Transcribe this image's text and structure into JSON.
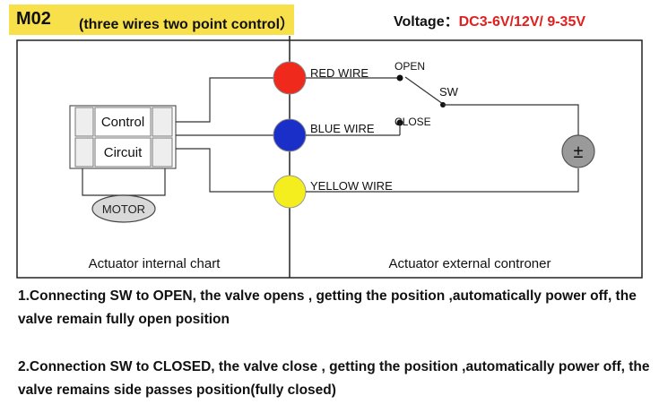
{
  "header": {
    "model": "M02",
    "description": "(three wires two point control）",
    "voltage_label": "Voltage：",
    "voltage_value": "DC3-6V/12V/ 9-35V"
  },
  "internal": {
    "control_label": "Control",
    "circuit_label": "Circuit",
    "motor_label": "MOTOR",
    "caption": "Actuator internal chart"
  },
  "external": {
    "caption": "Actuator external controner",
    "switch_label": "SW",
    "open_label": "OPEN",
    "close_label": "CLOSE",
    "power_symbol": "±"
  },
  "wires": [
    {
      "label": "RED WIRE",
      "color": "#ef2a1d"
    },
    {
      "label": "BLUE WIRE",
      "color": "#1a2fc8"
    },
    {
      "label": "YELLOW WIRE",
      "color": "#f4ee1f"
    }
  ],
  "notes": [
    "1.Connecting SW to OPEN, the valve opens , getting the position ,automatically power off, the valve remain fully open position",
    "2.Connection SW to CLOSED, the valve close , getting the position ,automatically power off, the valve remains side passes position(fully closed)"
  ]
}
